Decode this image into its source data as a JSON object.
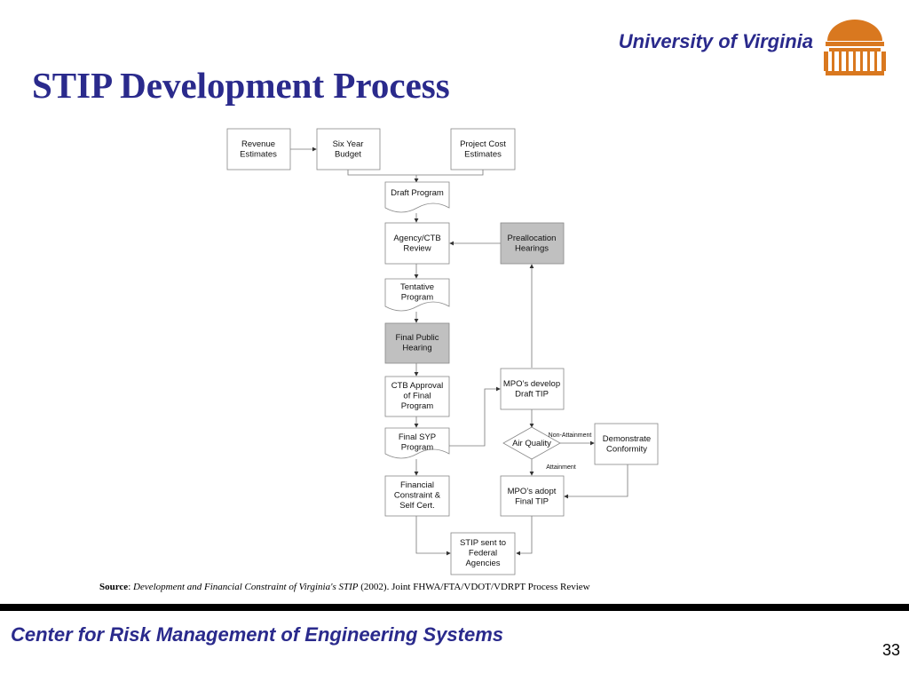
{
  "header": {
    "university": "University of Virginia",
    "title": "STIP Development Process",
    "logo_icon": "rotunda-logo-icon",
    "logo_color": "#d9781f"
  },
  "diagram": {
    "revenue": [
      "Revenue",
      "Estimates"
    ],
    "six_year": [
      "Six Year",
      "Budget"
    ],
    "project_cost": [
      "Project Cost",
      "Estimates"
    ],
    "draft_program": [
      "Draft Program"
    ],
    "agency_review": [
      "Agency/CTB",
      "Review"
    ],
    "preallocation": [
      "Preallocation",
      "Hearings"
    ],
    "tentative": [
      "Tentative",
      "Program"
    ],
    "final_public": [
      "Final Public",
      "Hearing"
    ],
    "ctb_approval": [
      "CTB Approval",
      "of Final",
      "Program"
    ],
    "mpo_draft": [
      "MPO’s develop",
      "Draft TIP"
    ],
    "final_syp": [
      "Final SYP",
      "Program"
    ],
    "air_quality": [
      "Air Quality"
    ],
    "demonstrate": [
      "Demonstrate",
      "Conformity"
    ],
    "non_attainment": [
      "Non-Attainment"
    ],
    "attainment": [
      "Attainment"
    ],
    "financial": [
      "Financial",
      "Constraint &",
      "Self Cert."
    ],
    "mpo_adopt": [
      "MPO’s adopt",
      "Final TIP"
    ],
    "stip_sent": [
      "STIP sent to",
      "Federal",
      "Agencies"
    ],
    "highlight_color": "#c0c0c0"
  },
  "source": {
    "label": "Source",
    "colon": ": ",
    "italic": "Development and Financial Constraint of Virginia's STIP",
    "rest": " (2002).  Joint FHWA/FTA/VDOT/VDRPT Process Review"
  },
  "footer": {
    "center": "Center for Risk Management of Engineering Systems",
    "page": "33"
  }
}
